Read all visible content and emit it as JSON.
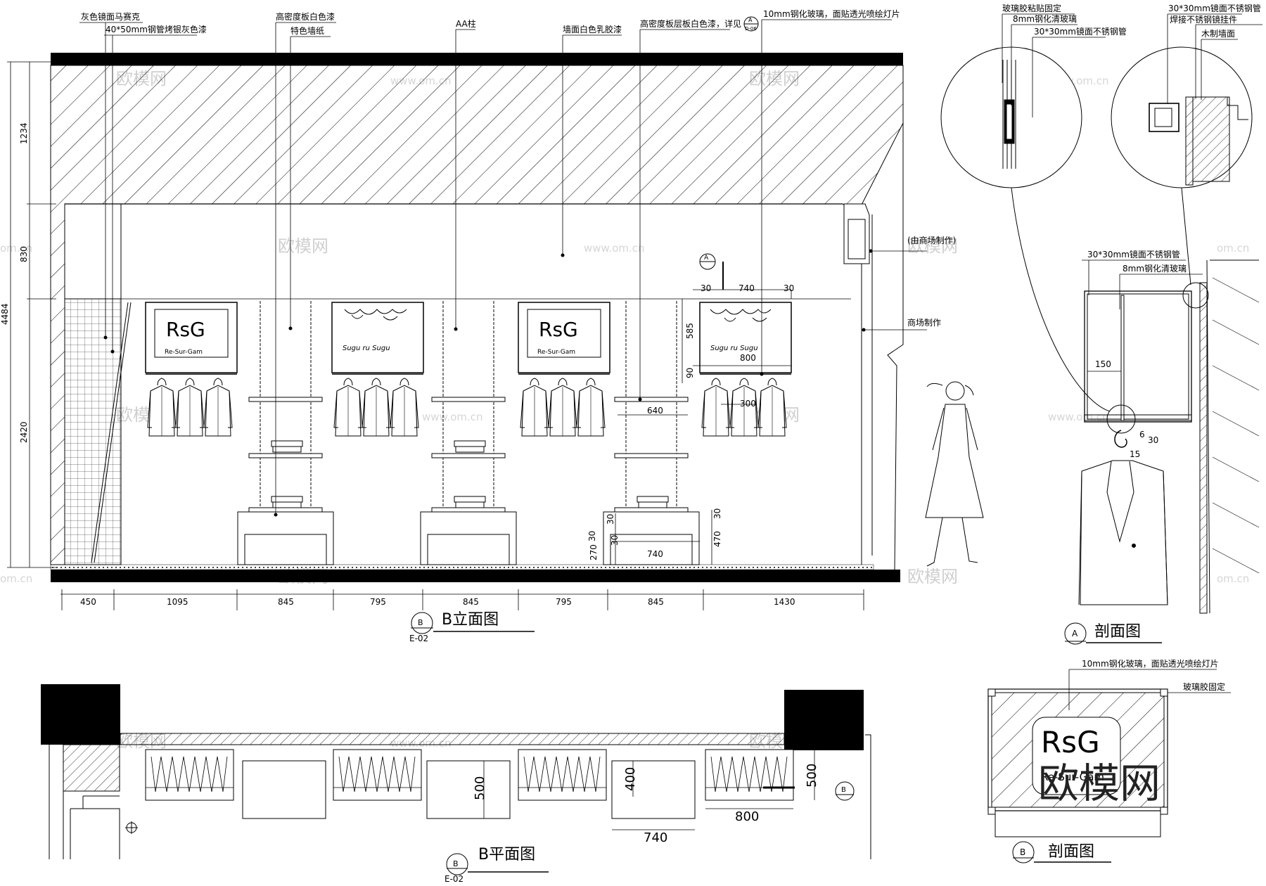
{
  "elevation": {
    "callouts": [
      "灰色镜面马赛克",
      "40*50mm钢管烤银灰色漆",
      "高密度板白色漆",
      "特色墙纸",
      "AA柱",
      "墙面白色乳胶漆",
      "高密度板层板白色漆，详见",
      "10mm钢化玻璃，面贴透光喷绘灯片",
      "(由商场制作)",
      "商场制作"
    ],
    "callout_ref": {
      "num": "A",
      "sheet": "D-06"
    },
    "vertical_dims": [
      "4484",
      "1234",
      "830",
      "2420"
    ],
    "bottom_dims": [
      "450",
      "1095",
      "845",
      "795",
      "845",
      "795",
      "845",
      "1430"
    ],
    "inner_dims": {
      "w30a": "30",
      "w740": "740",
      "w30b": "30",
      "h585": "585",
      "h90": "90",
      "w800": "800",
      "w300": "300",
      "w640": "640",
      "h30a": "30",
      "h30b": "30",
      "h30c": "30",
      "h270": "270",
      "h470": "470",
      "w740b": "740",
      "h30d": "30"
    },
    "title": "B立面图",
    "title_tag": {
      "num": "B",
      "sheet": "E-02"
    },
    "section_mark": "A"
  },
  "logo": {
    "mark": "RsG",
    "text": "Re-Sur-Gam",
    "sign": "Sugu ru Sugu"
  },
  "details": {
    "left": [
      "玻璃胶粘贴固定",
      "8mm钢化清玻璃",
      "30*30mm镜面不锈钢管"
    ],
    "right": [
      "30*30mm镜面不锈钢管",
      "焊接不锈钢镜挂件",
      "木制墙面"
    ]
  },
  "sectionA": {
    "labels": [
      "30*30mm镜面不锈钢管",
      "8mm钢化清玻璃"
    ],
    "dims": [
      "150",
      "6",
      "30",
      "15"
    ],
    "title": "剖面图",
    "tag": "A"
  },
  "plan": {
    "dims": [
      "400",
      "500",
      "500",
      "740",
      "800"
    ],
    "title": "B平面图",
    "title_tag": {
      "num": "B",
      "sheet": "E-02"
    },
    "section_mark": "B"
  },
  "sectionB": {
    "labels": [
      "10mm钢化玻璃，面贴透光喷绘灯片",
      "玻璃胶固定"
    ],
    "title": "剖面图",
    "tag": "B"
  },
  "watermark": {
    "cn": "欧模网",
    "url": "www.om.cn",
    "site": "om.cn"
  }
}
